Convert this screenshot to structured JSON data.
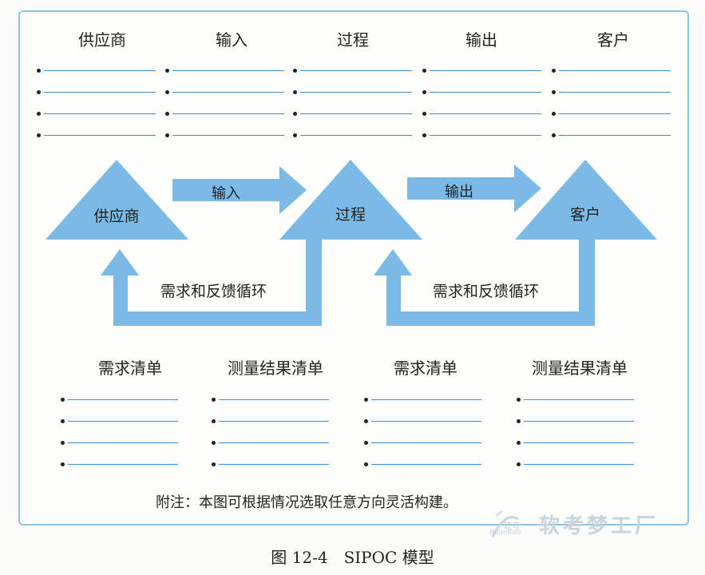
{
  "columns": [
    {
      "title": "供应商"
    },
    {
      "title": "输入"
    },
    {
      "title": "过程"
    },
    {
      "title": "输出"
    },
    {
      "title": "客户"
    }
  ],
  "triangles": {
    "supplier": "供应商",
    "process": "过程",
    "customer": "客户"
  },
  "arrows": {
    "input": "输入",
    "output": "输出"
  },
  "feedback": {
    "left": "需求和反馈循环",
    "right": "需求和反馈循环"
  },
  "bottom_lists": [
    {
      "title": "需求清单"
    },
    {
      "title": "测量结果清单"
    },
    {
      "title": "需求清单"
    },
    {
      "title": "测量结果清单"
    }
  ],
  "note": "附注：本图可根据情况选取任意方向灵活构建。",
  "caption": "图 12-4　SIPOC 模型",
  "watermark": {
    "main": "软考梦工厂",
    "logo_text": "软考",
    "sub": "RuanKao"
  },
  "colors": {
    "shape_fill": "#7bb9e6",
    "line": "#3d8fd0",
    "border": "#8fc3e6"
  }
}
